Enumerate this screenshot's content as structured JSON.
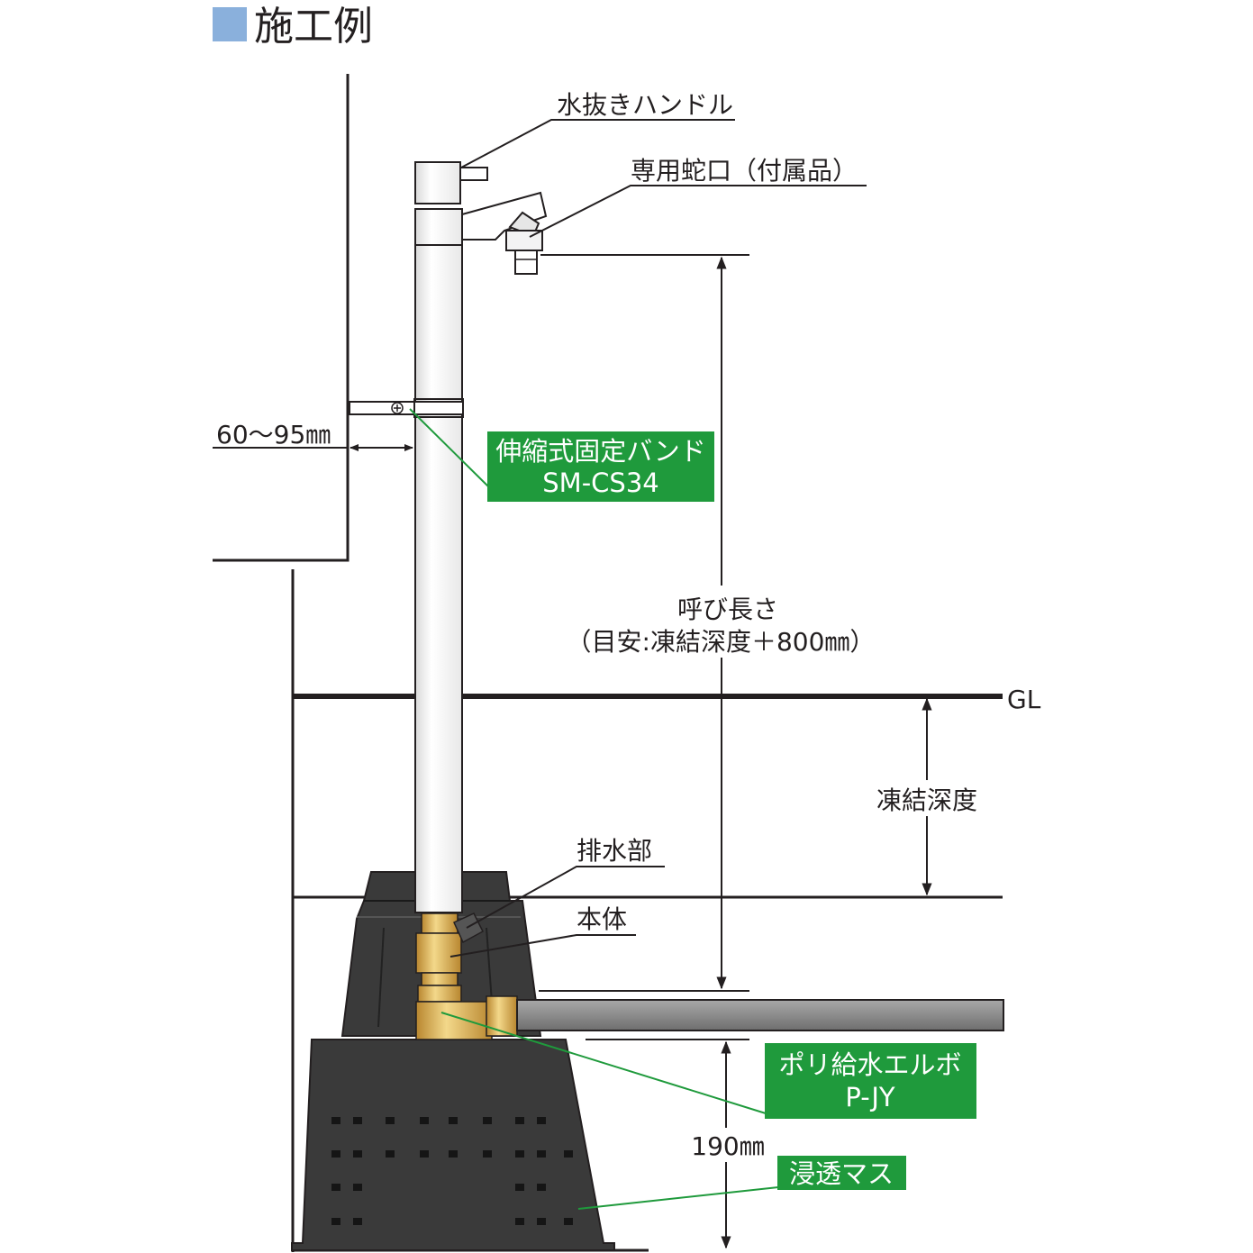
{
  "heading": "施工例",
  "colors": {
    "heading_marker": "#8ab0dc",
    "callout_green": "#1f9a3c",
    "line_dark": "#231f20",
    "pipe_body": "#ffffff",
    "supply_pipe": "#8c8c8c",
    "brass": "#c9a04a",
    "basin": "#3a3a3a"
  },
  "labels": {
    "drain_handle": "水抜きハンドル",
    "faucet": "専用蛇口（付属品）",
    "band_width": "60〜95㎜",
    "nominal_length_1": "呼び長さ",
    "nominal_length_2": "（目安:凍結深度＋800㎜）",
    "ground_level": "GL",
    "frost_depth": "凍結深度",
    "drain_part": "排水部",
    "body": "本体",
    "bottom_gap": "190㎜"
  },
  "callouts": {
    "band_1": "伸縮式固定バンド",
    "band_2": "SM-CS34",
    "elbow_1": "ポリ給水エルボ",
    "elbow_2": "P-JY",
    "basin": "浸透マス"
  }
}
